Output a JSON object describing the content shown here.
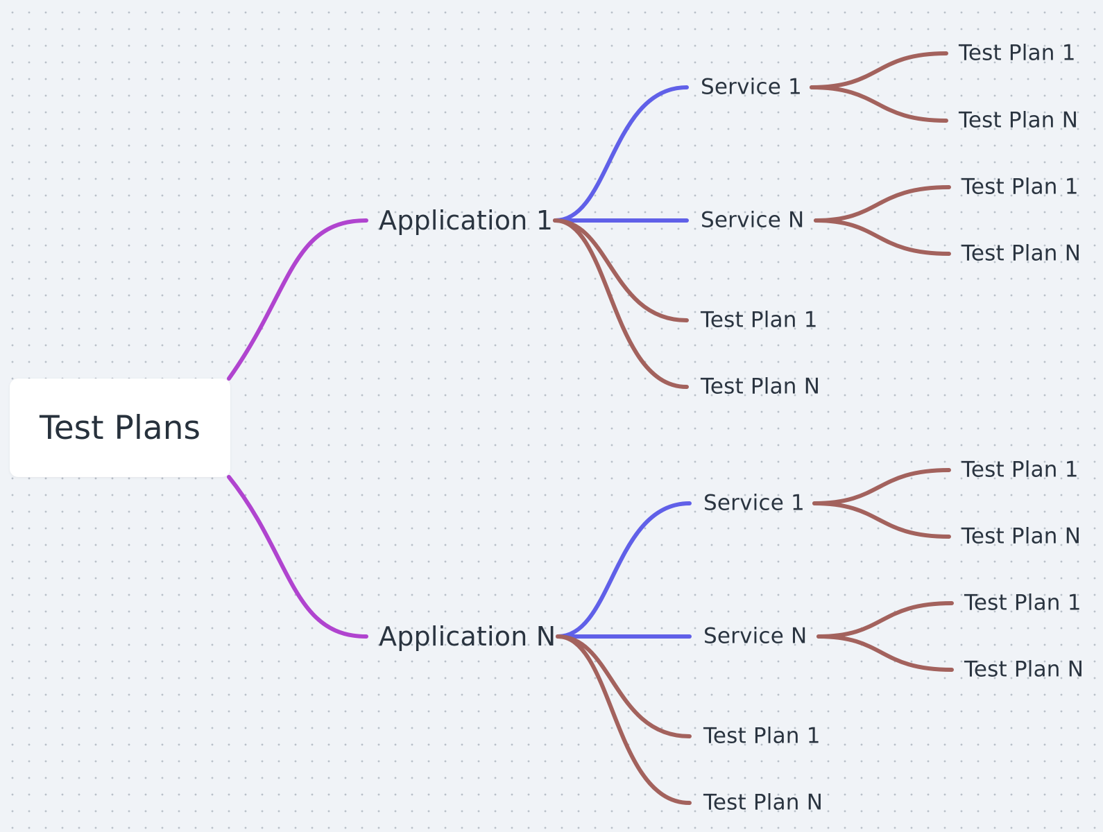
{
  "colors": {
    "root_link": "#b044cf",
    "service_link": "#6060e8",
    "plan_link": "#a3625d",
    "node_text": "#2a3440",
    "background": "#f0f3f7"
  },
  "root": {
    "label": "Test Plans"
  },
  "applications": [
    {
      "label": "Application 1",
      "services": [
        {
          "label": "Service 1",
          "plans": [
            "Test Plan 1",
            "Test Plan N"
          ]
        },
        {
          "label": "Service N",
          "plans": [
            "Test Plan 1",
            "Test Plan N"
          ]
        }
      ],
      "plans": [
        "Test Plan 1",
        "Test Plan N"
      ]
    },
    {
      "label": "Application N",
      "services": [
        {
          "label": "Service 1",
          "plans": [
            "Test Plan 1",
            "Test Plan N"
          ]
        },
        {
          "label": "Service N",
          "plans": [
            "Test Plan 1",
            "Test Plan N"
          ]
        }
      ],
      "plans": [
        "Test Plan 1",
        "Test Plan N"
      ]
    }
  ]
}
